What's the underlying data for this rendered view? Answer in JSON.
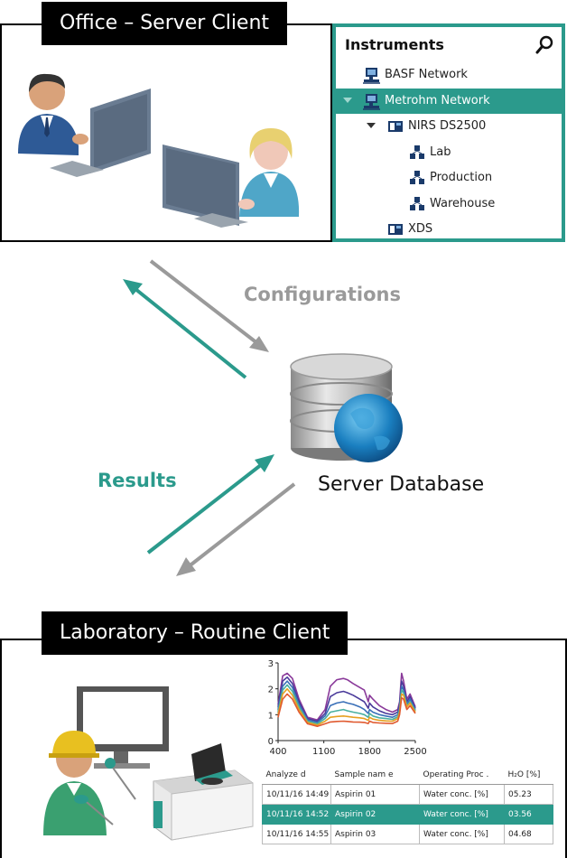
{
  "office": {
    "title": "Office – Server Client"
  },
  "instruments": {
    "title": "Instruments",
    "items": [
      {
        "label": "BASF Network",
        "level": 0,
        "selected": false,
        "icon": "network-icon"
      },
      {
        "label": "Metrohm Network",
        "level": 0,
        "selected": true,
        "expanded": true,
        "icon": "network-icon"
      },
      {
        "label": "NIRS DS2500",
        "level": 1,
        "expanded": true,
        "icon": "instrument-icon"
      },
      {
        "label": "Lab",
        "level": 2,
        "icon": "location-icon"
      },
      {
        "label": "Production",
        "level": 2,
        "icon": "location-icon"
      },
      {
        "label": "Warehouse",
        "level": 2,
        "icon": "location-icon"
      },
      {
        "label": "XDS",
        "level": 1,
        "icon": "instrument-icon"
      }
    ]
  },
  "flows": {
    "configurations": "Configurations",
    "results": "Results"
  },
  "server": {
    "label": "Server Database"
  },
  "lab": {
    "title": "Laboratory – Routine Client"
  },
  "colors": {
    "teal": "#2b9a8c",
    "gray": "#9a9a9a"
  },
  "chart_data": {
    "type": "line",
    "title": "",
    "xlabel": "",
    "ylabel": "",
    "xlim": [
      400,
      2500
    ],
    "ylim": [
      0,
      3
    ],
    "x_ticks": [
      "400",
      "1100",
      "1800",
      "2500"
    ],
    "y_ticks": [
      "0",
      "1",
      "2",
      "3"
    ],
    "x": [
      400,
      470,
      540,
      620,
      720,
      850,
      1000,
      1120,
      1200,
      1300,
      1400,
      1460,
      1550,
      1650,
      1720,
      1780,
      1800,
      1850,
      1950,
      2050,
      2150,
      2230,
      2260,
      2290,
      2320,
      2370,
      2420,
      2500
    ],
    "series": [
      {
        "color": "#8a3a9a",
        "values": [
          1.4,
          2.5,
          2.6,
          2.4,
          1.6,
          0.9,
          0.8,
          1.2,
          2.1,
          2.35,
          2.4,
          2.35,
          2.2,
          2.05,
          1.95,
          1.5,
          1.75,
          1.6,
          1.35,
          1.2,
          1.1,
          1.2,
          1.5,
          2.6,
          2.3,
          1.6,
          1.8,
          1.3
        ]
      },
      {
        "color": "#4a3a9a",
        "values": [
          1.3,
          2.3,
          2.45,
          2.2,
          1.5,
          0.85,
          0.75,
          1.05,
          1.7,
          1.85,
          1.9,
          1.85,
          1.75,
          1.6,
          1.5,
          1.25,
          1.45,
          1.3,
          1.15,
          1.05,
          1.0,
          1.1,
          1.4,
          2.3,
          2.1,
          1.5,
          1.7,
          1.25
        ]
      },
      {
        "color": "#3a70b8",
        "values": [
          1.2,
          2.1,
          2.3,
          2.05,
          1.4,
          0.8,
          0.7,
          0.95,
          1.35,
          1.45,
          1.5,
          1.45,
          1.4,
          1.3,
          1.2,
          1.05,
          1.2,
          1.1,
          1.0,
          0.95,
          0.9,
          1.0,
          1.3,
          2.1,
          1.95,
          1.4,
          1.6,
          1.2
        ]
      },
      {
        "color": "#4ab0a0",
        "values": [
          1.1,
          1.95,
          2.15,
          1.9,
          1.3,
          0.75,
          0.65,
          0.85,
          1.1,
          1.15,
          1.2,
          1.15,
          1.1,
          1.05,
          1.0,
          0.9,
          1.05,
          0.95,
          0.88,
          0.85,
          0.82,
          0.92,
          1.2,
          1.95,
          1.85,
          1.35,
          1.5,
          1.15
        ]
      },
      {
        "color": "#e6a020",
        "values": [
          1.0,
          1.8,
          2.0,
          1.75,
          1.2,
          0.7,
          0.6,
          0.75,
          0.9,
          0.93,
          0.95,
          0.93,
          0.9,
          0.88,
          0.85,
          0.78,
          0.9,
          0.83,
          0.78,
          0.76,
          0.75,
          0.85,
          1.1,
          1.8,
          1.75,
          1.3,
          1.45,
          1.1
        ]
      },
      {
        "color": "#e05a30",
        "values": [
          0.9,
          1.6,
          1.8,
          1.6,
          1.1,
          0.65,
          0.55,
          0.65,
          0.72,
          0.74,
          0.75,
          0.74,
          0.72,
          0.71,
          0.7,
          0.66,
          0.75,
          0.7,
          0.68,
          0.67,
          0.66,
          0.75,
          1.0,
          1.65,
          1.6,
          1.2,
          1.35,
          1.05
        ]
      }
    ]
  },
  "results_table": {
    "columns": [
      "Analyze d",
      "Sample nam e",
      "Operating Proc .",
      "H₂O [%]"
    ],
    "rows": [
      {
        "date": "10/11/16  14:49",
        "sample": "Aspirin 01",
        "procedure": "Water conc. [%]",
        "value": "05.23",
        "selected": false
      },
      {
        "date": "10/11/16  14:52",
        "sample": "Aspirin 02",
        "procedure": "Water conc. [%]",
        "value": "03.56",
        "selected": true
      },
      {
        "date": "10/11/16  14:55",
        "sample": "Aspirin 03",
        "procedure": "Water conc. [%]",
        "value": "04.68",
        "selected": false
      }
    ]
  }
}
